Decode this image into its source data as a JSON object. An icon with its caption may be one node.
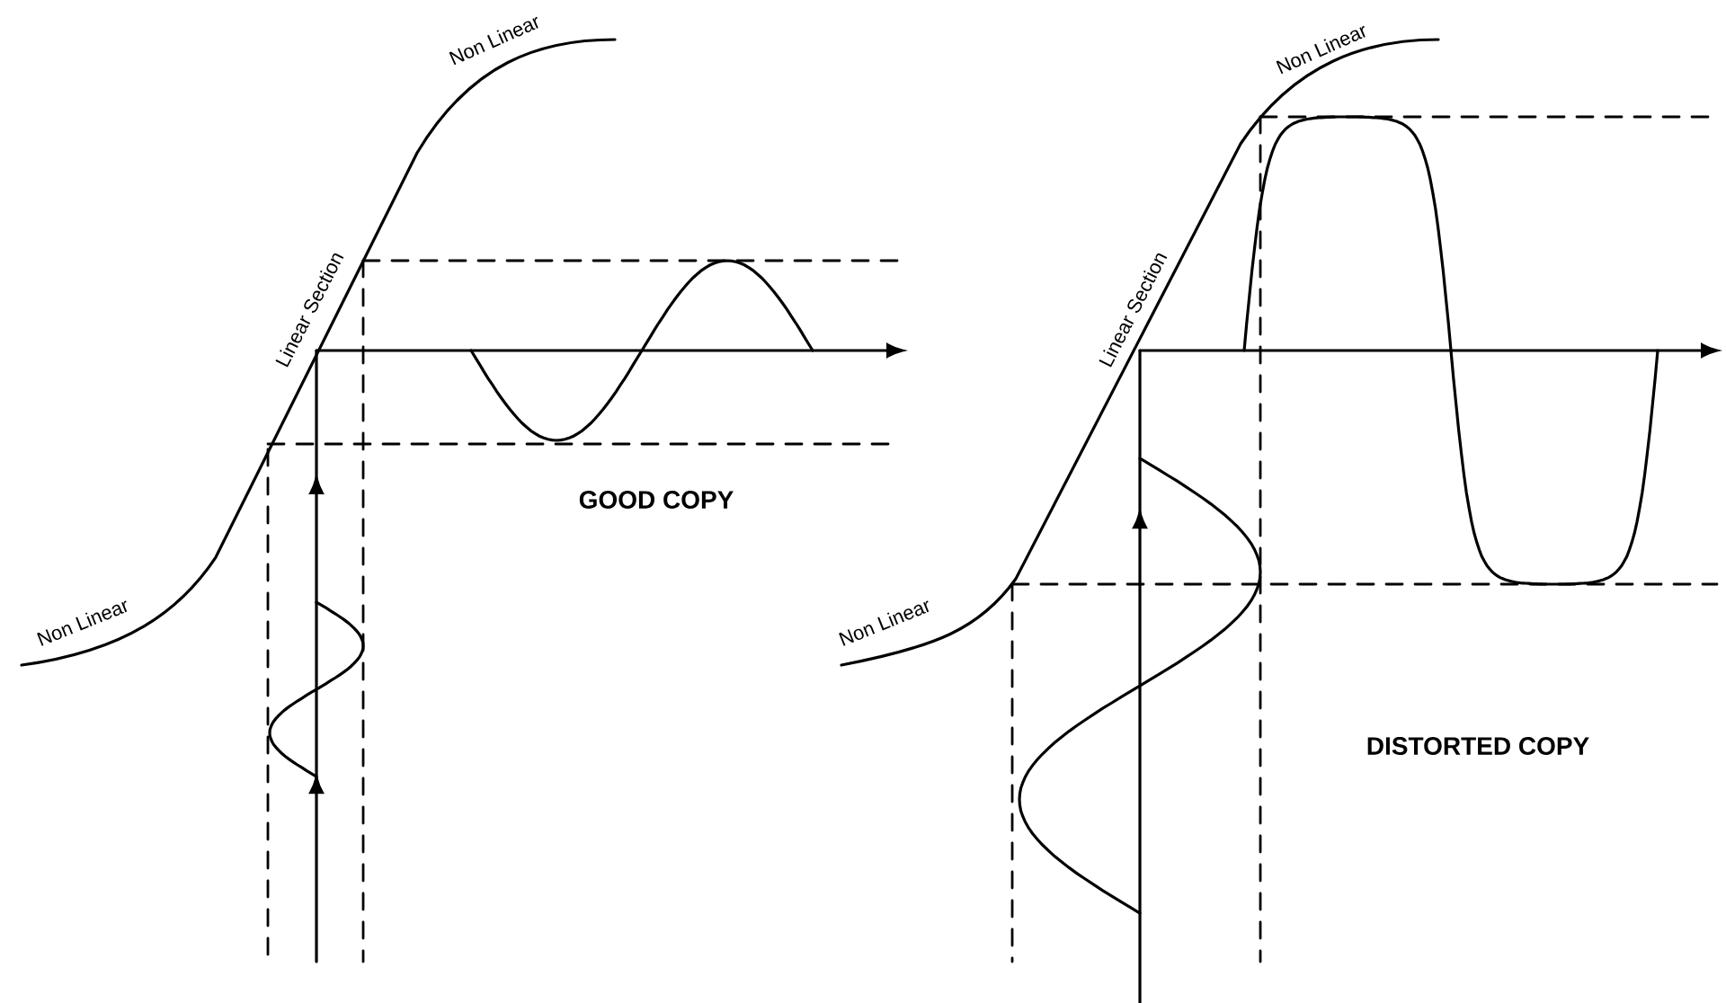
{
  "diagram": {
    "labels": [
      "Non Linear",
      "Linear Section",
      "GOOD COPY",
      "Non Linear",
      "Non Linear",
      "Linear Section",
      "Non Linear",
      "DISTORTED COPY"
    ]
  }
}
